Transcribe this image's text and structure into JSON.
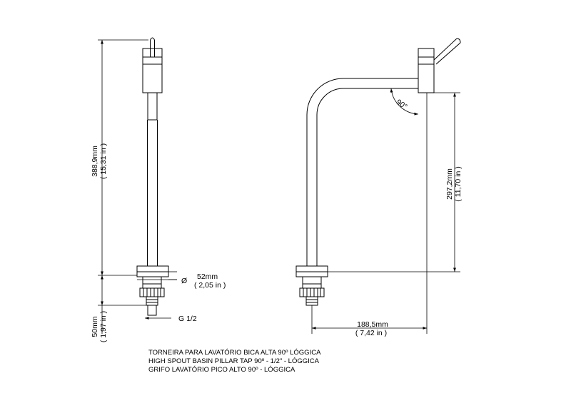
{
  "dimensions": {
    "total_height_mm": "388,9mm",
    "total_height_in": "( 15,31 in )",
    "diameter_symbol": "Ø",
    "diameter_mm": "52mm",
    "diameter_in": "( 2,05 in )",
    "thread": "G 1/2",
    "base_height_mm": "50mm",
    "base_height_in": "( 1,97 in )",
    "angle": "90°",
    "spout_height_mm": "297,2mm",
    "spout_height_in": "( 11,70 in )",
    "reach_mm": "188,5mm",
    "reach_in": "( 7,42 in )"
  },
  "caption": {
    "line_pt": "TORNEIRA PARA LAVATÓRIO BICA ALTA 90º LÓGGICA",
    "line_en": "HIGH SPOUT BASIN PILLAR TAP 90º - 1/2\" - LÓGGICA",
    "line_es": "GRIFO LAVATÓRIO PICO ALTO 90º - LÓGGICA"
  }
}
